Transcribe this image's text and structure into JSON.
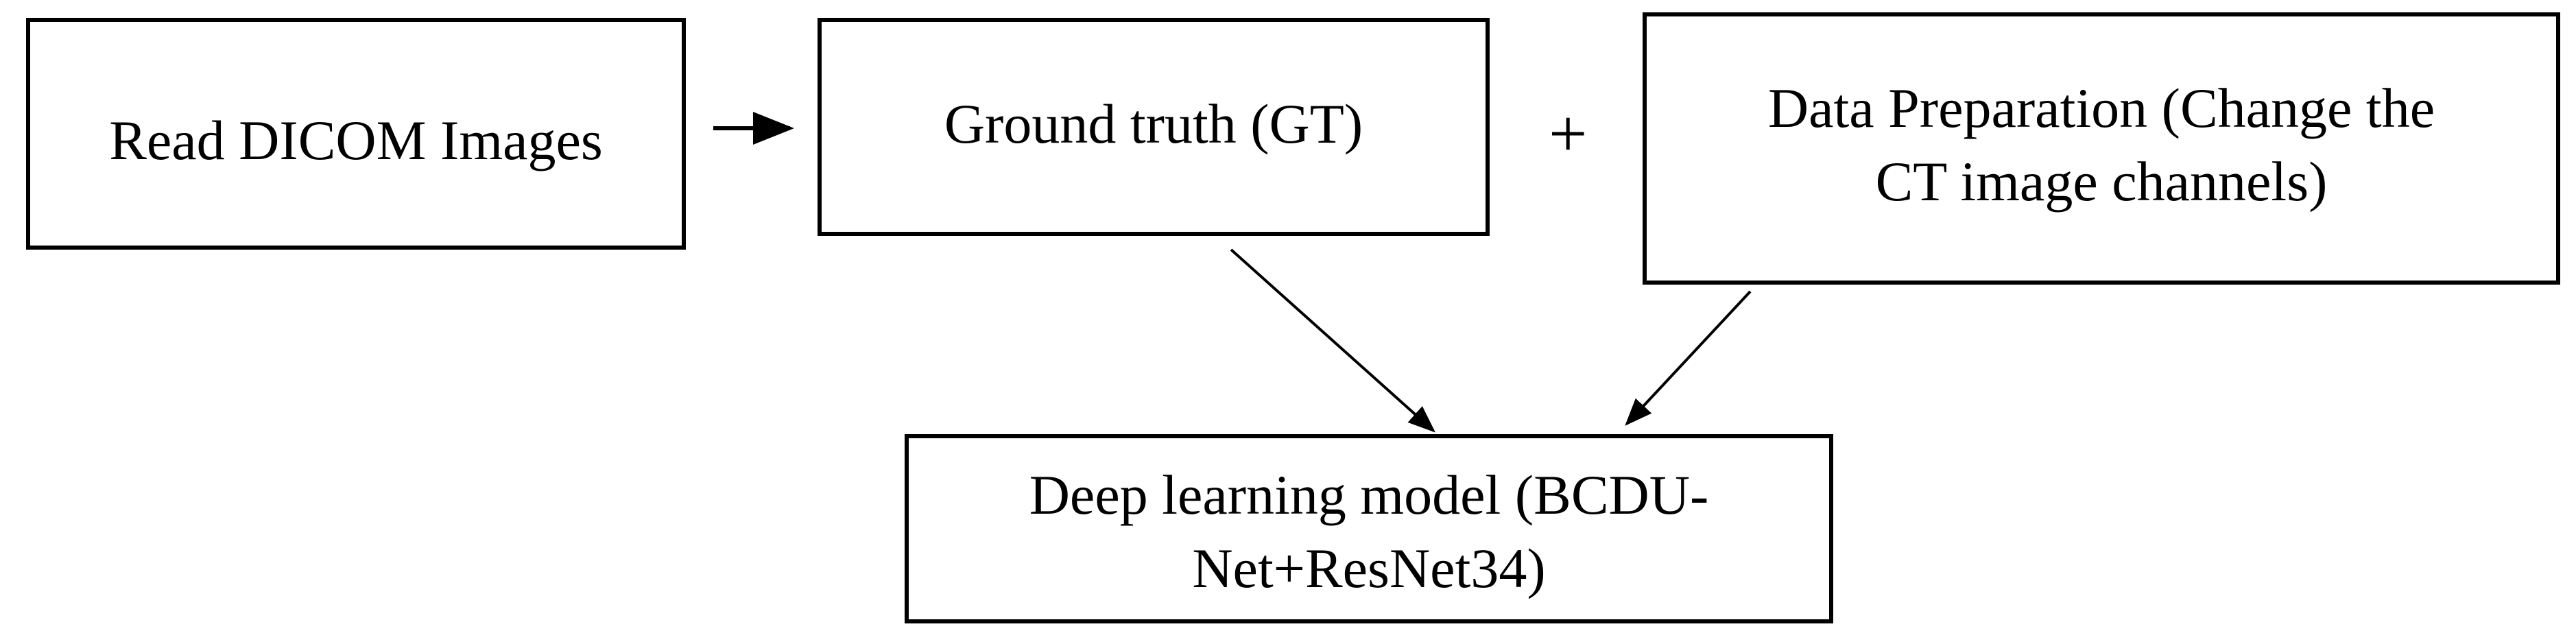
{
  "nodes": {
    "read": {
      "label": "Read DICOM Images"
    },
    "ground_truth": {
      "label": "Ground truth (GT)"
    },
    "preparation": {
      "label_line1": "Data Preparation (Change the",
      "label_line2": "CT image channels)"
    },
    "model": {
      "label": "Deep learning model (BCDU-Net+ResNet34)"
    }
  },
  "operator": {
    "plus": "+"
  },
  "edges": [
    {
      "from": "read",
      "to": "ground_truth"
    },
    {
      "from": "ground_truth",
      "to": "model"
    },
    {
      "from": "preparation",
      "to": "model"
    }
  ]
}
